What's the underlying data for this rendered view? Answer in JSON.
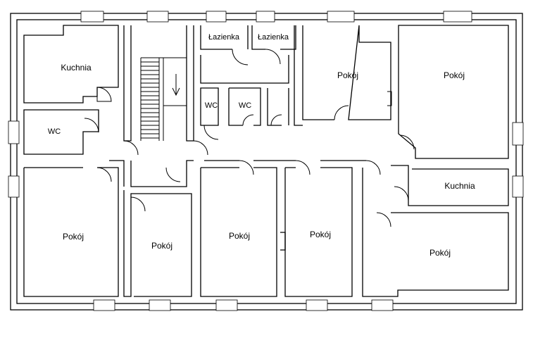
{
  "rooms": {
    "kitchen_nw": "Kuchnia",
    "wc_west": "WC",
    "bath_1": "Łazienka",
    "bath_2": "Łazienka",
    "wc_1": "WC",
    "wc_2": "WC",
    "room_ne_a": "Pokój",
    "room_ne_b": "Pokój",
    "kitchen_east": "Kuchnia",
    "room_sw": "Pokój",
    "room_s_1": "Pokój",
    "room_s_2": "Pokój",
    "room_s_3": "Pokój",
    "room_se": "Pokój"
  }
}
